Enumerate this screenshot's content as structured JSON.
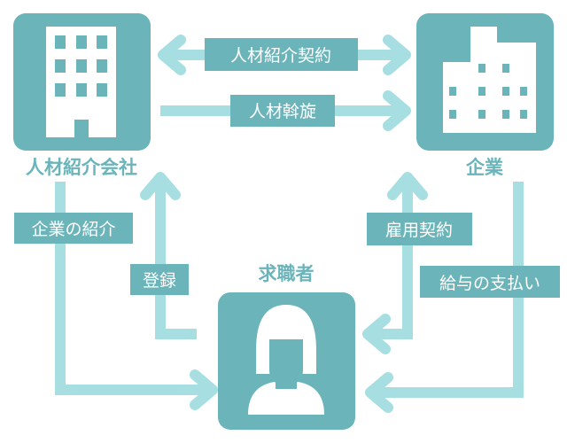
{
  "nodes": {
    "agency": {
      "label": "人材紹介会社",
      "icon": "office-building-icon"
    },
    "company": {
      "label": "企業",
      "icon": "buildings-icon"
    },
    "seeker": {
      "label": "求職者",
      "icon": "person-icon"
    }
  },
  "edges": {
    "placement_contract": "人材紹介契約",
    "mediation": "人材斡旋",
    "company_introduction": "企業の紹介",
    "registration": "登録",
    "employment_contract": "雇用契約",
    "salary_payment": "給与の支払い"
  },
  "colors": {
    "box": "#6ab4ba",
    "arrow": "#a6dee1"
  }
}
